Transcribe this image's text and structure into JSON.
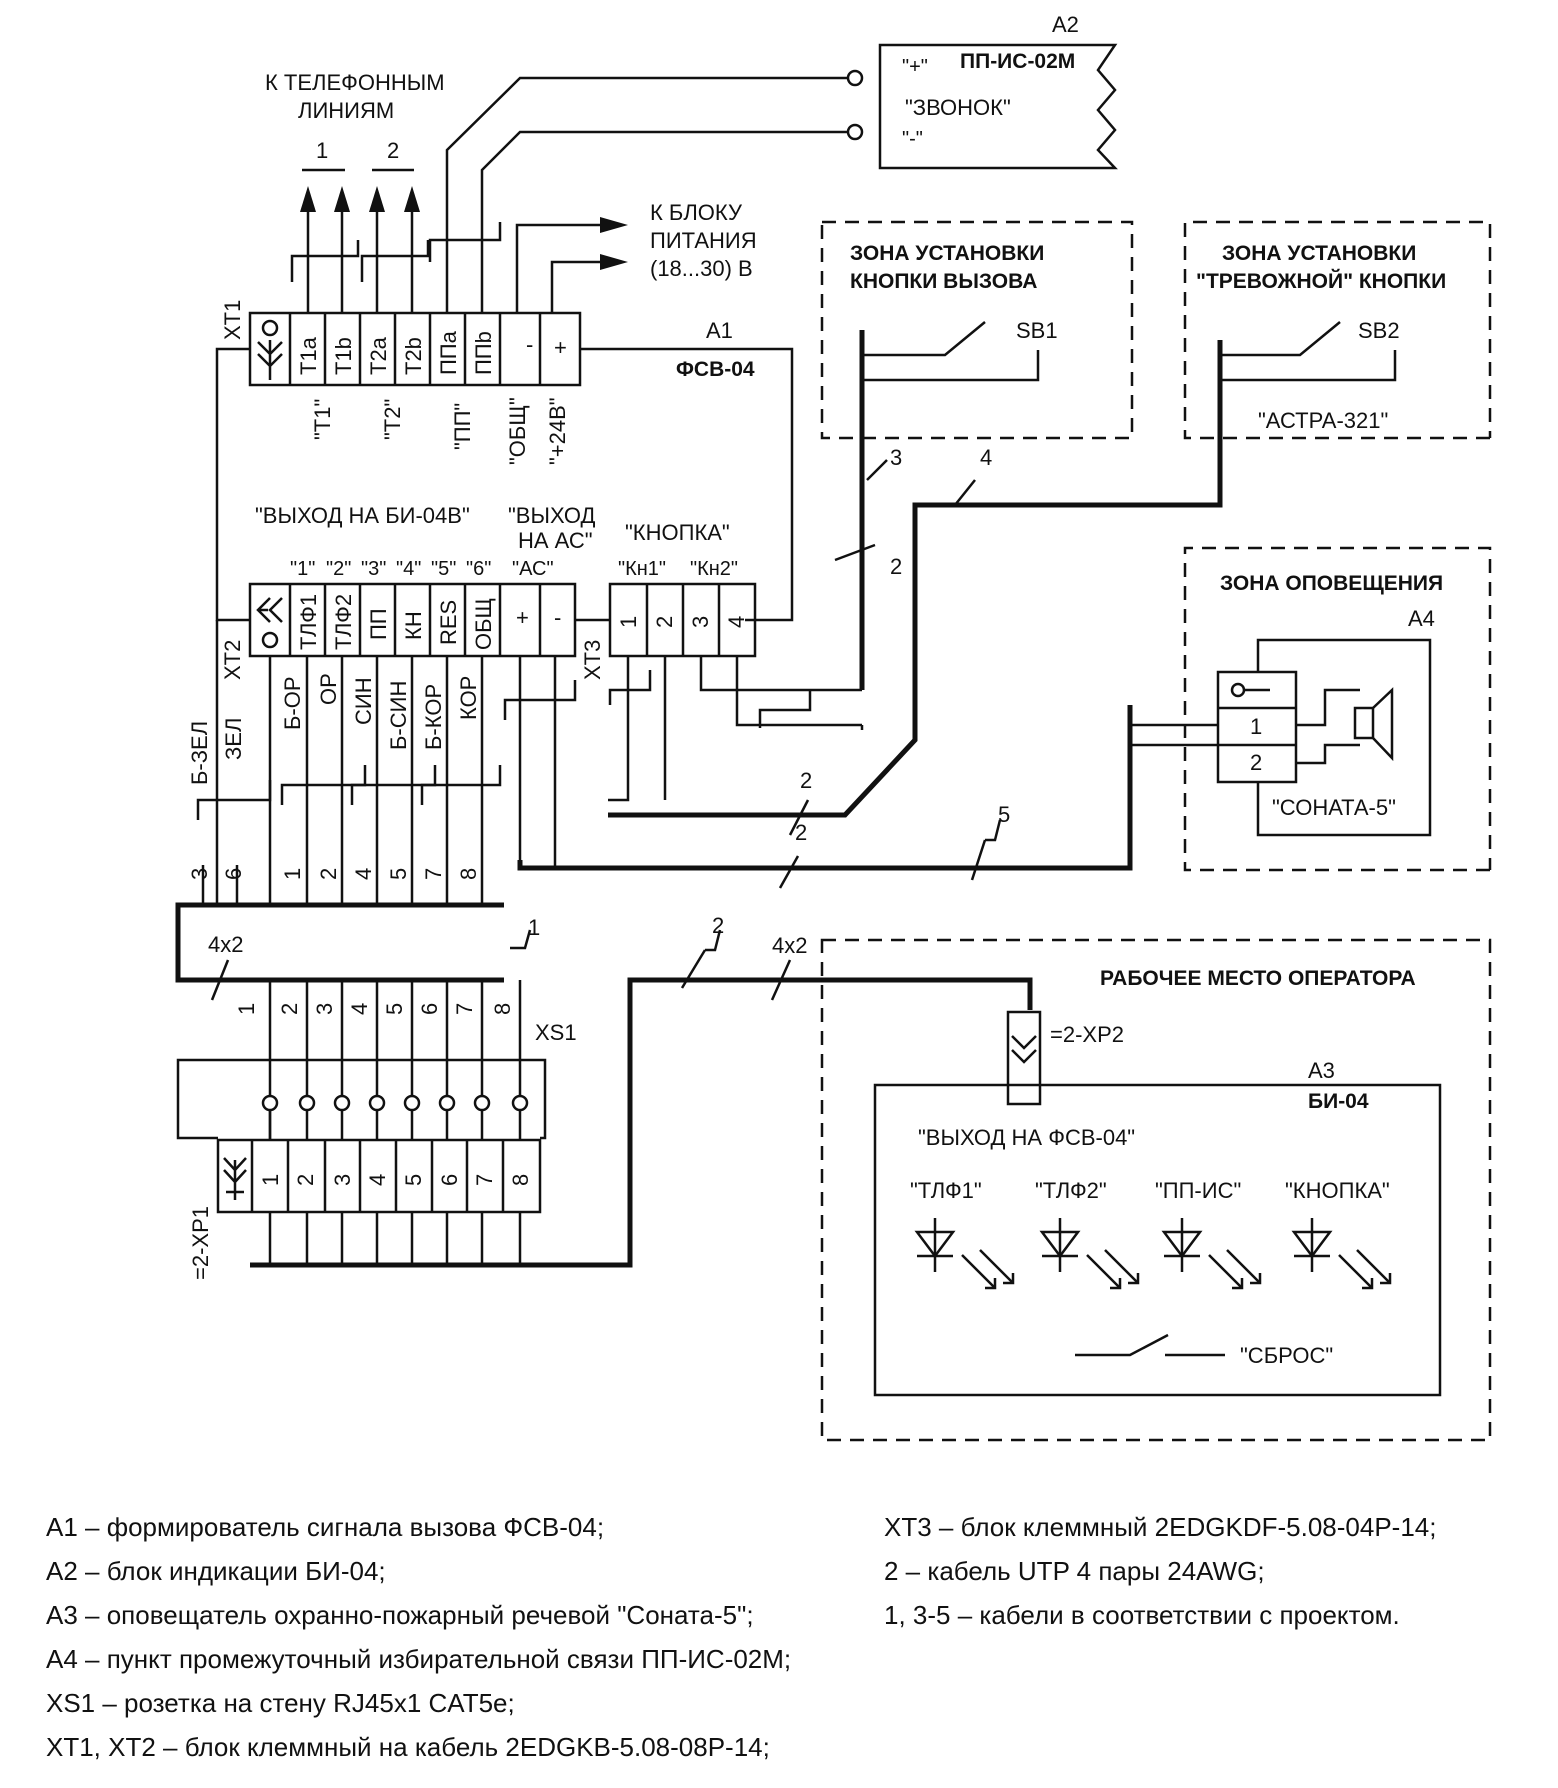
{
  "diagram": {
    "blocks": {
      "a1": {
        "ref": "A1",
        "name": "ФСВ-04"
      },
      "a2": {
        "ref": "A2",
        "name": "ПП-ИС-02М",
        "terms": [
          "\"+\"",
          "\"ЗВОНОК\"",
          "\"-\""
        ]
      },
      "a3": {
        "ref": "A3",
        "name": "БИ-04",
        "output": "\"ВЫХОД НА ФСВ-04\"",
        "leds": [
          "\"ТЛФ1\"",
          "\"ТЛФ2\"",
          "\"ПП-ИС\"",
          "\"КНОПКА\""
        ],
        "reset": "\"СБРОС\""
      },
      "a4": {
        "ref": "A4",
        "name": "\"СОНАТА-5\"",
        "pins": [
          "1",
          "2"
        ]
      }
    },
    "captions": {
      "tel_lines": [
        "К ТЕЛЕФОННЫМ",
        "ЛИНИЯМ"
      ],
      "tel_line_numbers": [
        "1",
        "2"
      ],
      "power": [
        "К БЛОКУ",
        "ПИТАНИЯ",
        "(18...30) В"
      ],
      "xt2_group": "\"ВЫХОД НА БИ-04В\"",
      "xt2_numbers": [
        "\"1\"",
        "\"2\"",
        "\"3\"",
        "\"4\"",
        "\"5\"",
        "\"6\""
      ],
      "ac_group": [
        "\"ВЫХОД",
        "НА АС\""
      ],
      "ac_label": "\"АС\"",
      "button_group": "\"КНОПКА\"",
      "button_labels": [
        "\"Кн1\"",
        "\"Кн2\""
      ]
    },
    "zones": {
      "call_button": {
        "title": [
          "ЗОНА УСТАНОВКИ",
          "КНОПКИ ВЫЗОВА"
        ],
        "switch": "SB1"
      },
      "alarm_button": {
        "title": [
          "ЗОНА УСТАНОВКИ",
          "\"ТРЕВОЖНОЙ\" КНОПКИ"
        ],
        "switch": "SB2",
        "device": "\"АСТРА-321\""
      },
      "notification": {
        "title": "ЗОНА ОПОВЕЩЕНИЯ"
      },
      "operator": {
        "title": "РАБОЧЕЕ МЕСТО ОПЕРАТОРА",
        "plug": "=2-XP2"
      }
    },
    "xt1": {
      "ref": "XT1",
      "terminals": [
        "T1a",
        "T1b",
        "T2a",
        "T2b",
        "ППa",
        "ППb",
        "-",
        "+"
      ],
      "signals": [
        "\"T1\"",
        "\"T2\"",
        "\"ПП\"",
        "\"ОБЩ\"",
        "\"+24В\""
      ]
    },
    "xt2": {
      "ref": "XT2",
      "terminals": [
        "ТЛФ1",
        "ТЛФ2",
        "ПП",
        "КН",
        "RES",
        "ОБЩ",
        "+",
        "-"
      ],
      "wires": [
        "Б-ЗЕЛ",
        "ЗЕЛ",
        "Б-ОР",
        "ОР",
        "СИН",
        "Б-СИН",
        "Б-КОР",
        "КОР"
      ],
      "pins": [
        "3",
        "6",
        "1",
        "2",
        "4",
        "5",
        "7",
        "8"
      ]
    },
    "xt3": {
      "ref": "XT3",
      "terminals": [
        "1",
        "2",
        "3",
        "4"
      ]
    },
    "xs1": {
      "ref": "XS1",
      "plug": "=2-XP1",
      "pins": [
        "1",
        "2",
        "3",
        "4",
        "5",
        "6",
        "7",
        "8"
      ],
      "terminals": [
        "1",
        "2",
        "3",
        "4",
        "5",
        "6",
        "7",
        "8"
      ]
    },
    "cables": {
      "cable1": "1",
      "cable2": "2",
      "cable3": "3",
      "cable4": "4",
      "cable5": "5",
      "pairs": "4x2"
    }
  },
  "legend": {
    "left": [
      "А1 – формирователь сигнала вызова ФСВ-04;",
      "А2 – блок индикации БИ-04;",
      "А3 – оповещатель охранно-пожарный речевой \"Соната-5\";",
      "А4 – пункт промежуточный избирательной связи ПП-ИС-02М;",
      "XS1 – розетка на стену RJ45x1 CAT5e;",
      "XT1, XT2 – блок клеммный на кабель 2EDGKB-5.08-08P-14;"
    ],
    "right": [
      "XT3 – блок клеммный 2EDGKDF-5.08-04P-14;",
      "2 – кабель UTP 4 пары 24AWG;",
      "1, 3-5 – кабели в соответствии с проектом."
    ]
  }
}
